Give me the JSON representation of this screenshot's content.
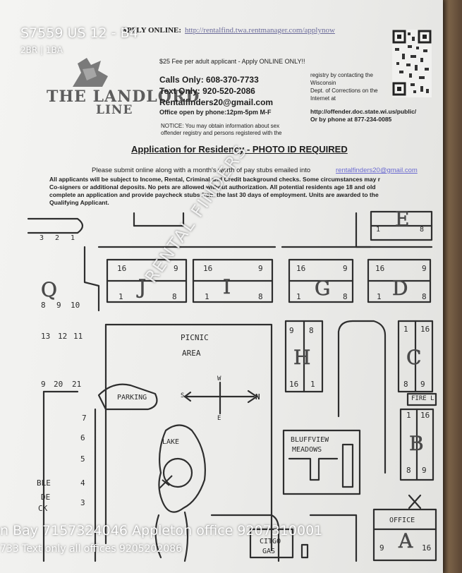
{
  "listing": {
    "address": "S7559 US 12 - B4",
    "details": "2BR | 1BA"
  },
  "flyer": {
    "apply_label": "APPLY ONLINE:",
    "apply_url": "http://rentalfind.twa.rentmanager.com/applynow",
    "fee": "$25 Fee per adult applicant - Apply ONLINE ONLY!!",
    "calls": "Calls Only: 608-370-7733",
    "texts": "Text Only: 920-520-2086",
    "email": "Rentalfinders20@gmail.com",
    "office_hours": "Office open by phone:12pm-5pm M-F",
    "notice_1": "NOTICE: You may obtain information about  sex",
    "notice_2": "offender registry and persons registered  with the",
    "registry_1": "registry by contacting the",
    "registry_2": "Wisconsin",
    "registry_3": "Dept. of Corrections on the",
    "registry_4": "Internet at",
    "registry_url": "http://offender.doc.state.wi.us/public/",
    "registry_phone": "Or by phone at 877-234-0085",
    "logo_line1": "THE LANDLORD",
    "logo_line2": "LINE",
    "heading": "Application for Residency - PHOTO ID REQUIRED",
    "submit_text": "Please submit online along with a month's worth of pay stubs emailed into",
    "submit_email": "rentalfinders20@gmail.com",
    "body_1": "All applicants will be subject to Income, Rental, Criminal and Credit background checks.  Some circumstances may r",
    "body_2": "Co-signers or additional deposits.  No pets are allowed without authorization.  All potential residents age 18 and old",
    "body_3": "complete an application and provide paycheck stubs from the last 30 days of employment. Units are awarded to the",
    "body_4": "Qualifying Applicant."
  },
  "map": {
    "buildings": [
      "Q",
      "J",
      "I",
      "G",
      "D",
      "E",
      "H",
      "C",
      "B",
      "A"
    ],
    "picnic_1": "PICNIC",
    "picnic_2": "AREA",
    "parking": "PARKING",
    "lake": "LAKE",
    "bluffview_1": "BLUFFVIEW",
    "bluffview_2": "MEADOWS",
    "citgo_1": "CITGO",
    "citgo_2": "GAS",
    "office": "OFFICE",
    "fire": "FIRE L",
    "compass_w": "W",
    "compass_e": "E",
    "compass_s": "S",
    "compass_n": "N",
    "left_labels": [
      "BLE",
      "DE",
      "CK"
    ],
    "unit_numbers": {
      "e": [
        "1",
        "8"
      ],
      "top_left": [
        "3",
        "2",
        "1"
      ],
      "j": [
        "16",
        "9",
        "1",
        "8"
      ],
      "i": [
        "16",
        "9",
        "1",
        "8"
      ],
      "g": [
        "16",
        "9",
        "1",
        "8"
      ],
      "d": [
        "16",
        "9",
        "1",
        "8"
      ],
      "q": [
        "8",
        "9",
        "10",
        "13",
        "12",
        "11"
      ],
      "row21": [
        "9",
        "20",
        "21"
      ],
      "h": [
        "9",
        "8",
        "16",
        "1"
      ],
      "c": [
        "1",
        "16",
        "8",
        "9"
      ],
      "b": [
        "1",
        "16",
        "8",
        "9"
      ],
      "a": [
        "9",
        "16"
      ],
      "left_col": [
        "7",
        "6",
        "5",
        "4",
        "3"
      ]
    }
  },
  "watermark": "RENTAL FINDERS",
  "overlay": {
    "offices_line": "n Bay 7157324046 Appleton office 9207310001",
    "text_line": "733 Text only all offices 9205202086"
  }
}
